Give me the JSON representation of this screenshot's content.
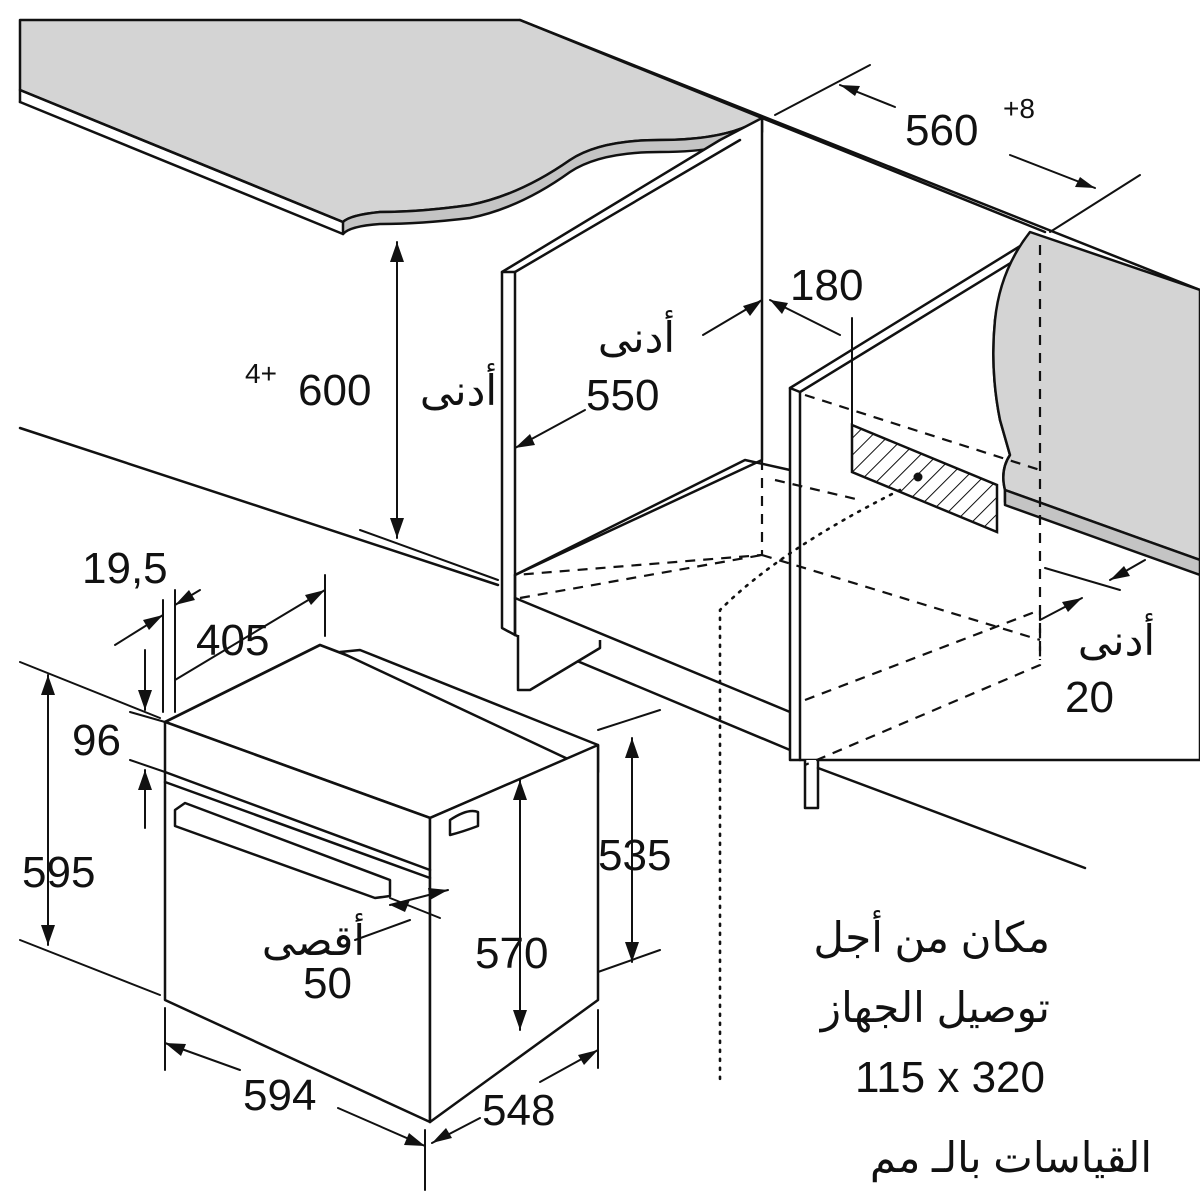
{
  "diagram": {
    "labels": {
      "width_niche": "560",
      "width_niche_tol": "+8",
      "gap_180": "180",
      "min_word_1": "أدنى",
      "depth_550": "550",
      "min_word_2": "أدنى",
      "height_600": "600",
      "height_600_tol": "4+",
      "min_word_3": "أدنى",
      "rear_gap_20": "20",
      "front_19_5": "19,5",
      "depth_405": "405",
      "panel_96": "96",
      "height_595": "595",
      "max_word": "أقصى",
      "handle_50": "50",
      "body_570": "570",
      "body_535": "535",
      "width_594": "594",
      "depth_548": "548",
      "connection_line_1": "مكان من أجل",
      "connection_line_2": "توصيل الجهاز",
      "connection_size": "115 x 320",
      "units_note": "القياسات بالـ مم"
    },
    "colors": {
      "line": "#111111",
      "countertop_fill": "#d4d4d4",
      "background": "#ffffff"
    }
  }
}
